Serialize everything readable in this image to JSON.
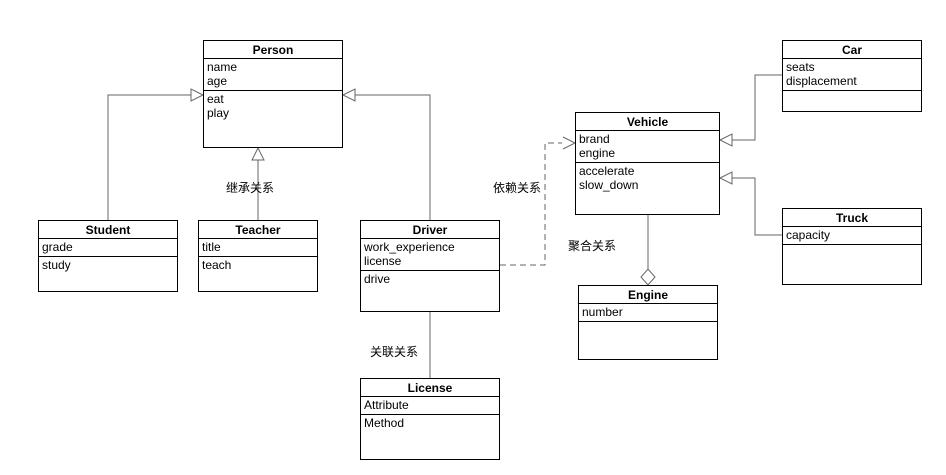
{
  "classes": {
    "person": {
      "title": "Person",
      "attributes": [
        "name",
        "age"
      ],
      "methods": [
        "eat",
        "play"
      ]
    },
    "student": {
      "title": "Student",
      "attributes": [
        "grade"
      ],
      "methods": [
        "study"
      ]
    },
    "teacher": {
      "title": "Teacher",
      "attributes": [
        "title"
      ],
      "methods": [
        "teach"
      ]
    },
    "driver": {
      "title": "Driver",
      "attributes": [
        "work_experience",
        "license"
      ],
      "methods": [
        "drive"
      ]
    },
    "license": {
      "title": "License",
      "attributes": [
        "Attribute"
      ],
      "methods": [
        "Method"
      ]
    },
    "vehicle": {
      "title": "Vehicle",
      "attributes": [
        "brand",
        "engine"
      ],
      "methods": [
        "accelerate",
        "slow_down"
      ]
    },
    "engine": {
      "title": "Engine",
      "attributes": [
        "number"
      ],
      "methods": []
    },
    "car": {
      "title": "Car",
      "attributes": [
        "seats",
        "displacement"
      ],
      "methods": []
    },
    "truck": {
      "title": "Truck",
      "attributes": [
        "capacity"
      ],
      "methods": []
    }
  },
  "edge_labels": {
    "inheritance": "继承关系",
    "dependency": "依赖关系",
    "association": "关联关系",
    "aggregation": "聚合关系"
  },
  "colors": {
    "box_border": "#000000",
    "box_fill": "#ffffff",
    "line": "#666666",
    "text": "#000000"
  }
}
